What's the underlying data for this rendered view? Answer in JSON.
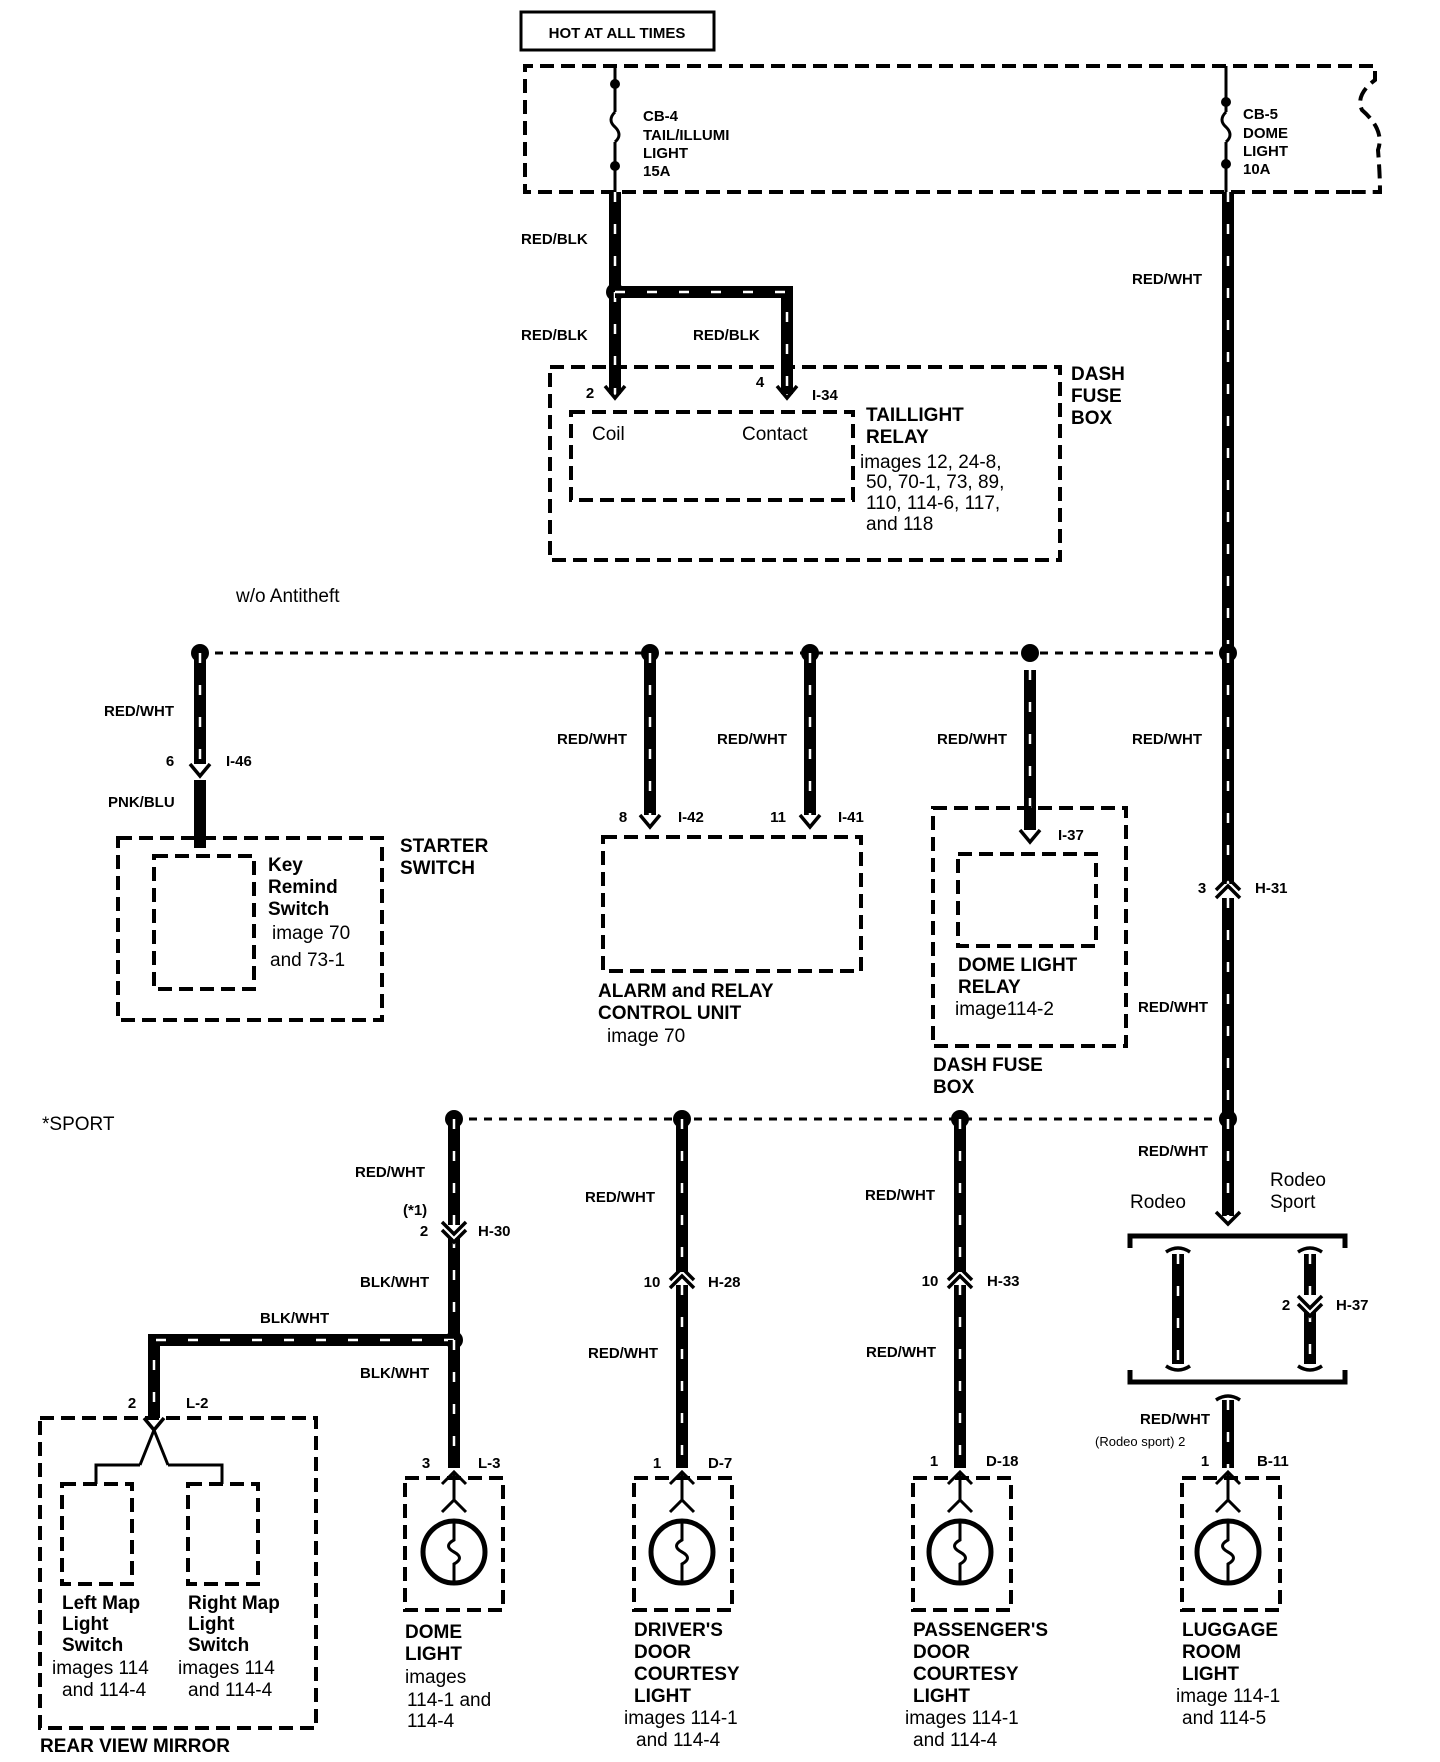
{
  "header": {
    "hot_at_all_times": "HOT AT ALL TIMES"
  },
  "fuses": {
    "cb4": {
      "id": "CB-4",
      "line1": "TAIL/ILLUMI",
      "line2": "LIGHT",
      "rating": "15A"
    },
    "cb5": {
      "id": "CB-5",
      "line1": "DOME",
      "line2": "LIGHT",
      "rating": "10A"
    }
  },
  "wires": {
    "red_blk": "RED/BLK",
    "red_wht": "RED/WHT",
    "pnk_blu": "PNK/BLU",
    "blk_wht": "BLK/WHT"
  },
  "dash_fuse_box": {
    "line1": "DASH",
    "line2": "FUSE",
    "line3": "BOX"
  },
  "taillight_relay": {
    "pin2": "2",
    "pin4": "4",
    "connector": "I-34",
    "coil": "Coil",
    "contact": "Contact",
    "title1": "TAILLIGHT",
    "title2": "RELAY",
    "ref1": "images 12, 24-8,",
    "ref2": "50, 70-1, 73, 89,",
    "ref3": "110, 114-6, 117,",
    "ref4": "and 118"
  },
  "notes": {
    "wo_antitheft": "w/o Antitheft",
    "sport": "*SPORT"
  },
  "starter_switch": {
    "pin": "6",
    "connector": "I-46",
    "key1": "Key",
    "key2": "Remind",
    "key3": "Switch",
    "ref1": "image 70",
    "ref2": "and 73-1",
    "title1": "STARTER",
    "title2": "SWITCH"
  },
  "alarm_unit": {
    "pin8": "8",
    "conn8": "I-42",
    "pin11": "11",
    "conn11": "I-41",
    "title1": "ALARM and RELAY",
    "title2": "CONTROL UNIT",
    "ref": "image 70"
  },
  "dome_relay": {
    "connector": "I-37",
    "title1": "DOME LIGHT",
    "title2": "RELAY",
    "ref": "image114-2",
    "box1": "DASH FUSE",
    "box2": "BOX"
  },
  "h31": {
    "pin": "3",
    "connector": "H-31"
  },
  "h30": {
    "note": "(*1)",
    "pin": "2",
    "connector": "H-30"
  },
  "h28": {
    "pin": "10",
    "connector": "H-28"
  },
  "h33": {
    "pin": "10",
    "connector": "H-33"
  },
  "h37": {
    "pin": "2",
    "connector": "H-37"
  },
  "rodeo": {
    "rodeo": "Rodeo",
    "rodeo_sport1": "Rodeo",
    "rodeo_sport2": "Sport",
    "sport_note": "(Rodeo sport) 2"
  },
  "mirror": {
    "pin": "2",
    "connector": "L-2",
    "left1": "Left Map",
    "left2": "Light",
    "left3": "Switch",
    "left4": "images 114",
    "left5": "and 114-4",
    "right1": "Right Map",
    "right2": "Light",
    "right3": "Switch",
    "right4": "images 114",
    "right5": "and 114-4",
    "title": "REAR VIEW MIRROR"
  },
  "dome_light": {
    "pin": "3",
    "connector": "L-3",
    "title1": "DOME",
    "title2": "LIGHT",
    "ref1": "images",
    "ref2": "114-1 and",
    "ref3": "114-4"
  },
  "drivers_light": {
    "pin": "1",
    "connector": "D-7",
    "title1": "DRIVER'S",
    "title2": "DOOR",
    "title3": "COURTESY",
    "title4": "LIGHT",
    "ref1": "images 114-1",
    "ref2": "and 114-4"
  },
  "passengers_light": {
    "pin": "1",
    "connector": "D-18",
    "title1": "PASSENGER'S",
    "title2": "DOOR",
    "title3": "COURTESY",
    "title4": "LIGHT",
    "ref1": "images 114-1",
    "ref2": "and 114-4"
  },
  "luggage_light": {
    "pin": "1",
    "connector": "B-11",
    "title1": "LUGGAGE",
    "title2": "ROOM",
    "title3": "LIGHT",
    "ref1": "image 114-1",
    "ref2": "and 114-5"
  }
}
